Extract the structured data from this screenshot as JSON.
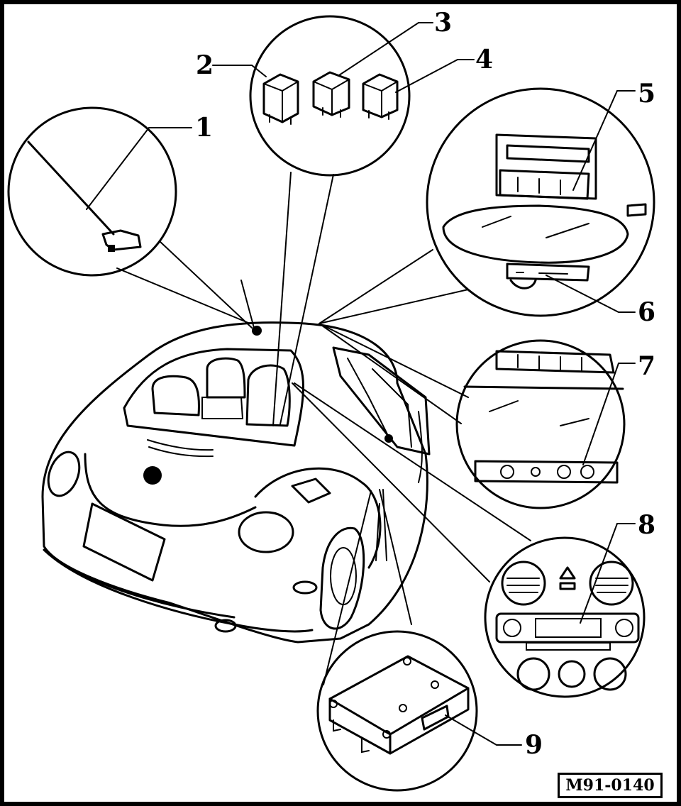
{
  "figure_id": "M91-0140",
  "callouts": [
    "1",
    "2",
    "3",
    "4",
    "5",
    "6",
    "7",
    "8",
    "9"
  ],
  "components": [
    {
      "callout": "1",
      "icon": "antenna-rod-icon"
    },
    {
      "callout": "2",
      "icon": "relay-icon"
    },
    {
      "callout": "3",
      "icon": "relay-icon"
    },
    {
      "callout": "4",
      "icon": "relay-icon"
    },
    {
      "callout": "5",
      "icon": "interior-light-icon"
    },
    {
      "callout": "6",
      "icon": "mirror-switch-icon"
    },
    {
      "callout": "7",
      "icon": "overhead-switch-icon"
    },
    {
      "callout": "8",
      "icon": "dashboard-control-icon"
    },
    {
      "callout": "9",
      "icon": "control-module-icon"
    }
  ]
}
